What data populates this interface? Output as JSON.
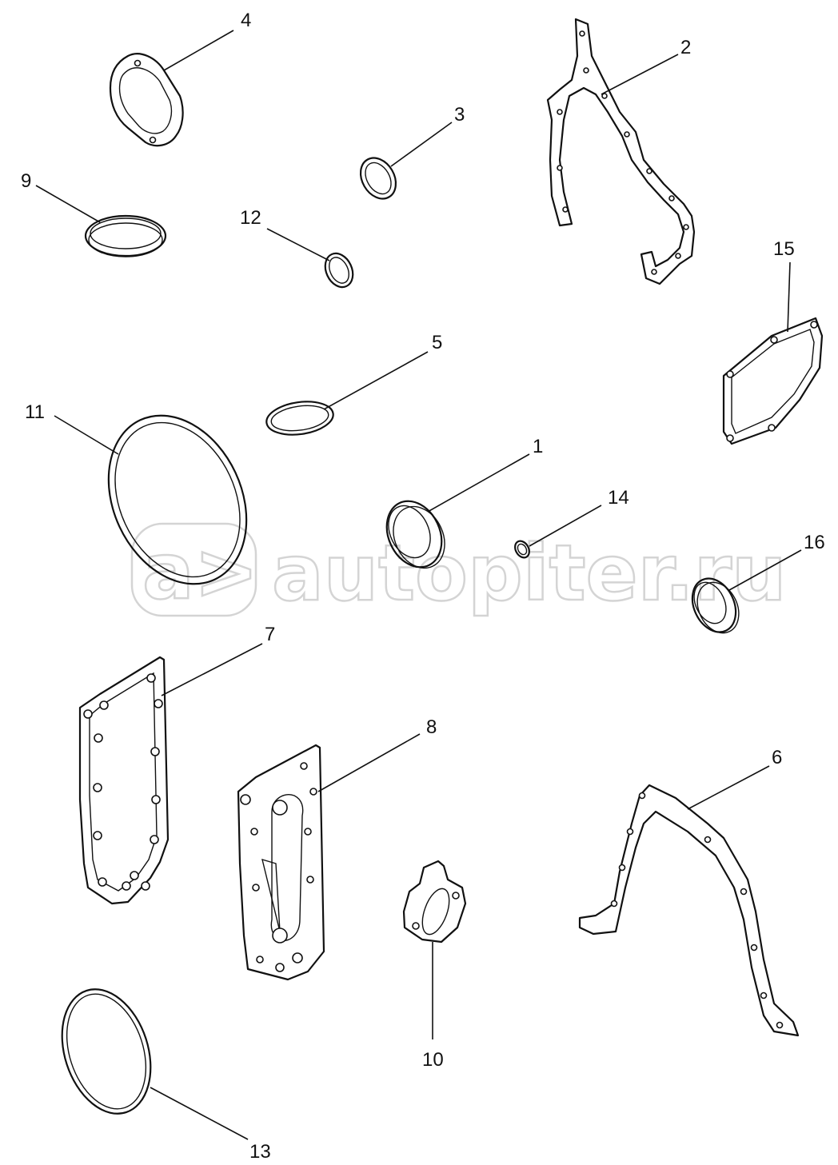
{
  "watermark": {
    "text": "autopiter.ru",
    "logo_mark": "a>"
  },
  "callouts": [
    "1",
    "2",
    "3",
    "4",
    "5",
    "6",
    "7",
    "8",
    "9",
    "10",
    "11",
    "12",
    "13",
    "14",
    "15",
    "16"
  ]
}
